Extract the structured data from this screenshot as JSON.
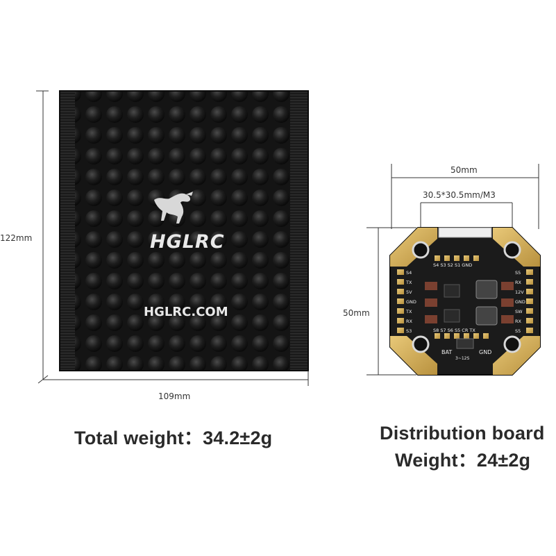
{
  "bag": {
    "logo_text": "HGLRC",
    "url_text": "HGLRC.COM",
    "height_label": "122mm",
    "width_label": "109mm"
  },
  "board": {
    "outer_width_label": "50mm",
    "mount_label": "30.5*30.5mm/M3",
    "height_label": "50mm",
    "silkscreen": {
      "top_row": "S4 S3 S2 S1 GND",
      "bottom_row": "S8 S7 S6 S5 CR TX",
      "left_col": [
        "S4",
        "TX",
        "5V",
        "GND",
        "TX",
        "RX",
        "S3"
      ],
      "right_col": [
        "S5",
        "RX",
        "12V",
        "GND",
        "SW",
        "RX",
        "S5"
      ],
      "bat": "BAT",
      "gnd": "GND",
      "cells": "3~12S"
    }
  },
  "captions": {
    "total_weight": "Total weight：34.2±2g",
    "board_title": "Distribution board",
    "board_weight": "Weight：24±2g"
  }
}
